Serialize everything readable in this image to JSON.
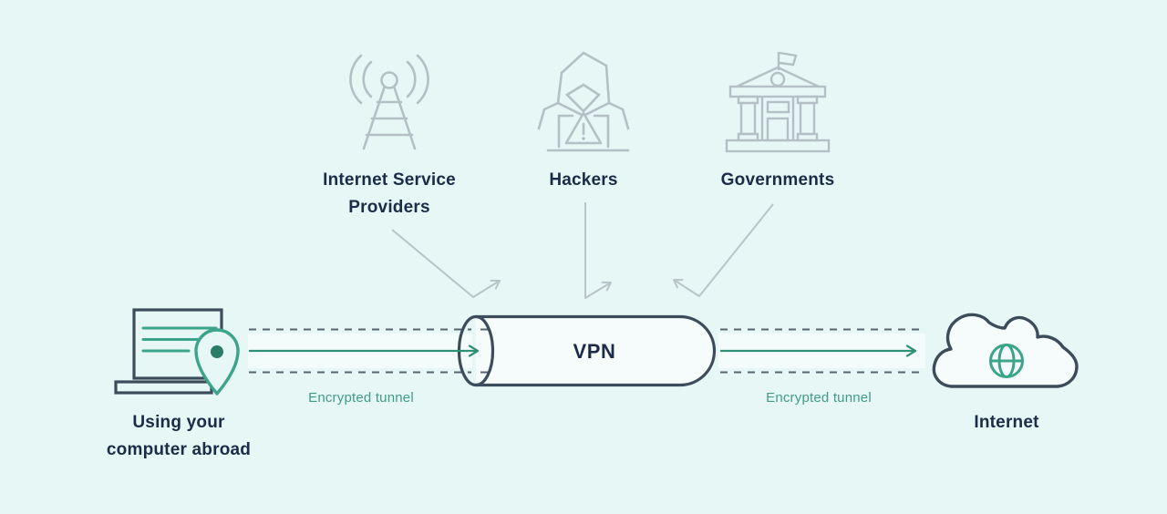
{
  "colors": {
    "background": "#e6f7f6",
    "icon_gray": "#b4c0c5",
    "arrow_gray": "#b9c4c9",
    "dark_slate": "#3d4c5a",
    "navy_text": "#1c2c48",
    "green_accent": "#3ca48b",
    "green_line": "#2f9076",
    "green_text": "#3f9d86",
    "green_dot": "#2a7c67",
    "dash_gray": "#566570",
    "tunnel_fill": "#f6fcfb",
    "band_fill": "rgba(255,255,255,0.5)"
  },
  "threats": {
    "isp": {
      "label": "Internet Service\nProviders",
      "icon": "radio-tower-icon"
    },
    "hackers": {
      "label": "Hackers",
      "icon": "hacker-icon"
    },
    "governments": {
      "label": "Governments",
      "icon": "government-building-icon"
    }
  },
  "flow": {
    "source": {
      "label": "Using your\ncomputer abroad",
      "icon": "laptop-location-icon"
    },
    "vpn": {
      "label": "VPN",
      "icon": "vpn-tunnel"
    },
    "encrypted_left": {
      "label": "Encrypted tunnel"
    },
    "encrypted_right": {
      "label": "Encrypted tunnel"
    },
    "destination": {
      "label": "Internet",
      "icon": "cloud-globe-icon"
    }
  }
}
